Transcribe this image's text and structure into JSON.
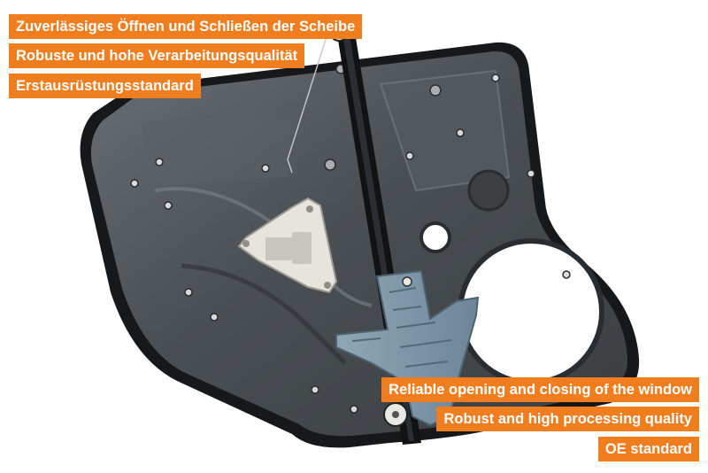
{
  "labels_de": [
    "Zuverlässiges Öffnen und Schließen der Scheibe",
    "Robuste und hohe Verarbeitungsqualität",
    "Erstausrüstungsstandard"
  ],
  "labels_en": [
    "Reliable opening and closing of the window",
    "Robust and high processing quality",
    "OE standard"
  ],
  "colors": {
    "label_background": "#f07d1e",
    "label_text": "#ffffff",
    "panel": "#4b5054",
    "seal": "#16181a",
    "rail": "#101214",
    "carrier_blue": "#7f97a8",
    "bracket_white": "#e6e4dc"
  }
}
